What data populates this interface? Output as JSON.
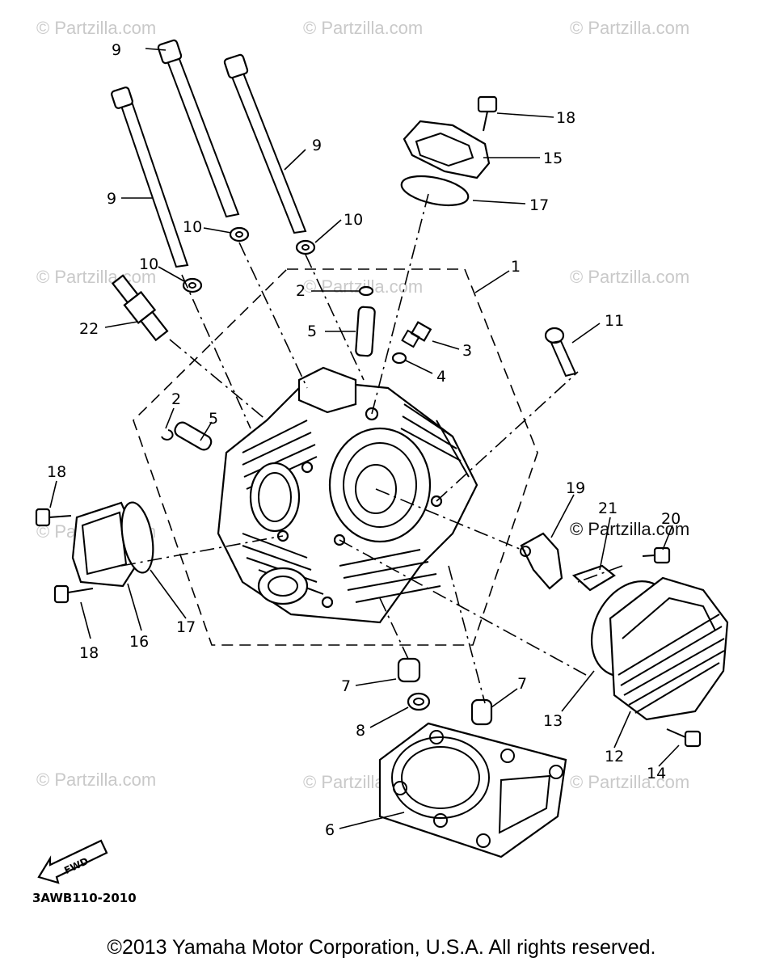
{
  "watermark": "© Partzilla.com",
  "diagram_code": "3AWB110-2010",
  "fwd_label": "FWD",
  "copyright": "©2013 Yamaha Motor Corporation, U.S.A. All rights reserved.",
  "callouts": {
    "c1": "1",
    "c2a": "2",
    "c2b": "2",
    "c3": "3",
    "c4": "4",
    "c5a": "5",
    "c5b": "5",
    "c6": "6",
    "c7a": "7",
    "c7b": "7",
    "c8": "8",
    "c9a": "9",
    "c9b": "9",
    "c9c": "9",
    "c10a": "10",
    "c10b": "10",
    "c10c": "10",
    "c11": "11",
    "c12": "12",
    "c13": "13",
    "c14": "14",
    "c15": "15",
    "c16": "16",
    "c17a": "17",
    "c17b": "17",
    "c18a": "18",
    "c18b": "18",
    "c18c": "18",
    "c19": "19",
    "c20": "20",
    "c21": "21",
    "c22": "22"
  }
}
